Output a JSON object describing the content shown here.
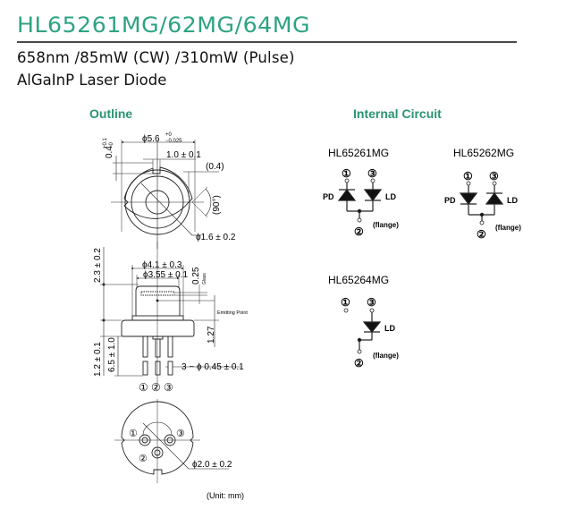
{
  "header": {
    "title": "HL65261MG/62MG/64MG",
    "subtitle_line1": "658nm /85mW (CW) /310mW (Pulse)",
    "subtitle_line2": "AlGaInP Laser Diode",
    "accent_color": "#2ea383"
  },
  "outline": {
    "heading": "Outline",
    "top_view": {
      "dim_diameter": "ϕ5.6",
      "dim_diameter_tol_plus": "+0",
      "dim_diameter_tol_minus": "−0.025",
      "dim_notch_depth": "0.4",
      "dim_notch_depth_tol_plus": "+0.1",
      "dim_notch_depth_tol_minus": "−0",
      "dim_notch_width": "1.0 ± 0.1",
      "dim_v_notch": "(0.4)",
      "dim_angle": "(90°)",
      "dim_window": "ϕ1.6 ± 0.2"
    },
    "side_view": {
      "dim_cap_outer": "ϕ4.1 ± 0.3",
      "dim_cap_inner": "ϕ3.55 ± 0.1",
      "dim_glass": "0.25",
      "glass_label": "Glass",
      "emitting_point_label": "Emitting Point",
      "dim_cap_height": "2.3 ± 0.2",
      "dim_flange": "1.27",
      "dim_base": "1.2 ± 0.1",
      "dim_lead_length": "6.5 ± 1.0",
      "dim_leads": "3 − ϕ 0.45 ± 0.1",
      "pin_labels": [
        "①",
        "②",
        "③"
      ]
    },
    "bottom_view": {
      "pin_labels": [
        "①",
        "②",
        "③"
      ],
      "dim_pcd": "ϕ2.0 ± 0.2"
    },
    "unit_note": "(Unit: mm)"
  },
  "internal_circuit": {
    "heading": "Internal Circuit",
    "circuits": [
      {
        "model": "HL65261MG",
        "pins": [
          "①",
          "②",
          "③"
        ],
        "pd_label": "PD",
        "ld_label": "LD",
        "flange_label": "(flange)"
      },
      {
        "model": "HL65262MG",
        "pins": [
          "①",
          "②",
          "③"
        ],
        "pd_label": "PD",
        "ld_label": "LD",
        "flange_label": "(flange)"
      },
      {
        "model": "HL65264MG",
        "pins": [
          "①",
          "②",
          "③"
        ],
        "ld_label": "LD",
        "flange_label": "(flange)"
      }
    ]
  }
}
